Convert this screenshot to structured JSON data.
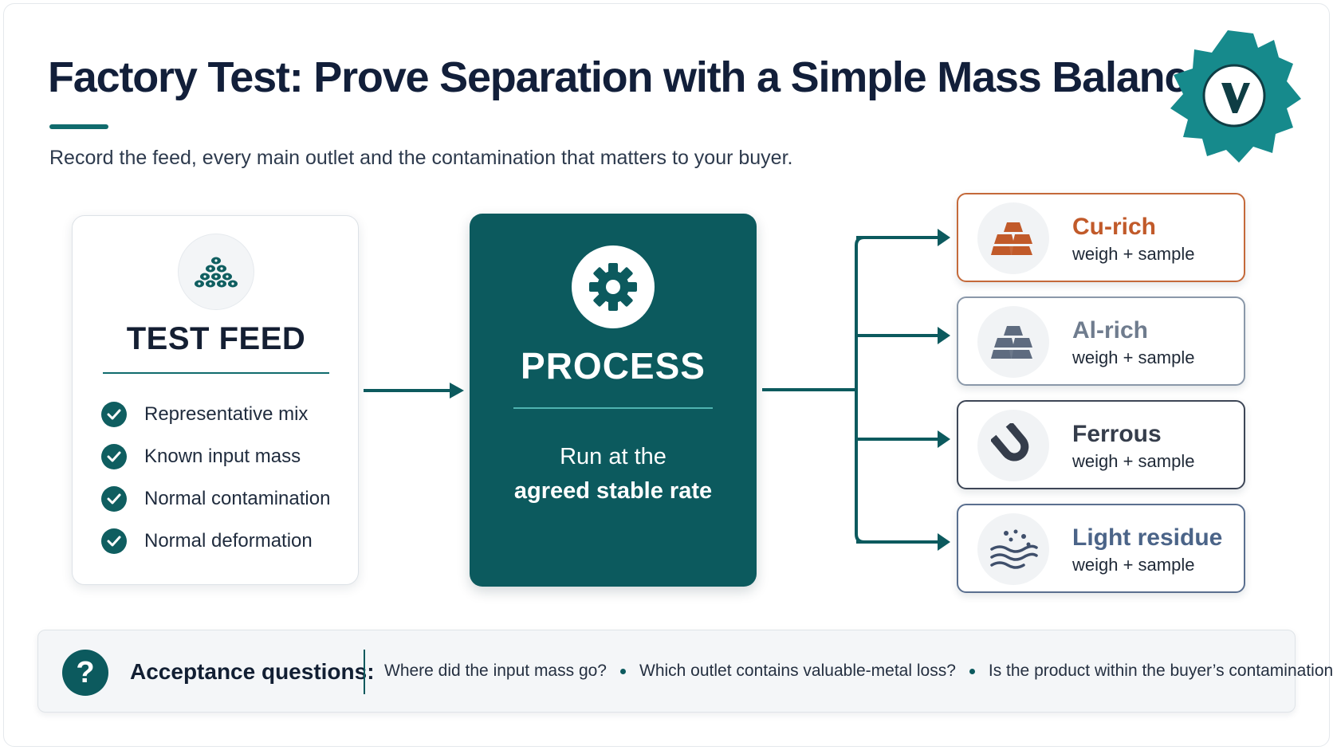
{
  "header": {
    "title": "Factory Test: Prove Separation with a Simple Mass Balance",
    "subtitle": "Record the feed, every main outlet and the contamination that matters to your buyer."
  },
  "logo": {
    "icon": "teal-gear-logo-icon",
    "color": "#168a8c"
  },
  "feed": {
    "icon": "pile-icon",
    "title": "TEST FEED",
    "items": [
      "Representative mix",
      "Known input mass",
      "Normal contamination",
      "Normal deformation"
    ]
  },
  "process": {
    "icon": "gear-icon",
    "title": "PROCESS",
    "sub_line1": "Run at the",
    "sub_line2": "agreed stable rate"
  },
  "outlets": [
    {
      "name": "Cu-rich",
      "sub": "weigh + sample",
      "icon": "copper-ingots-icon",
      "color": "#c15a2a"
    },
    {
      "name": "Al-rich",
      "sub": "weigh + sample",
      "icon": "aluminium-ingots-icon",
      "color": "#6f7c8e"
    },
    {
      "name": "Ferrous",
      "sub": "weigh + sample",
      "icon": "magnet-icon",
      "color": "#353d4b"
    },
    {
      "name": "Light residue",
      "sub": "weigh + sample",
      "icon": "dust-wave-icon",
      "color": "#4b6488"
    }
  ],
  "acceptance": {
    "label": "Acceptance questions:",
    "questions": [
      "Where did the input mass go?",
      "Which outlet contains valuable-metal loss?",
      "Is the product within the buyer’s contamination limit?"
    ]
  },
  "colors": {
    "teal": "#0c5a5e",
    "accent": "#106b6d"
  }
}
